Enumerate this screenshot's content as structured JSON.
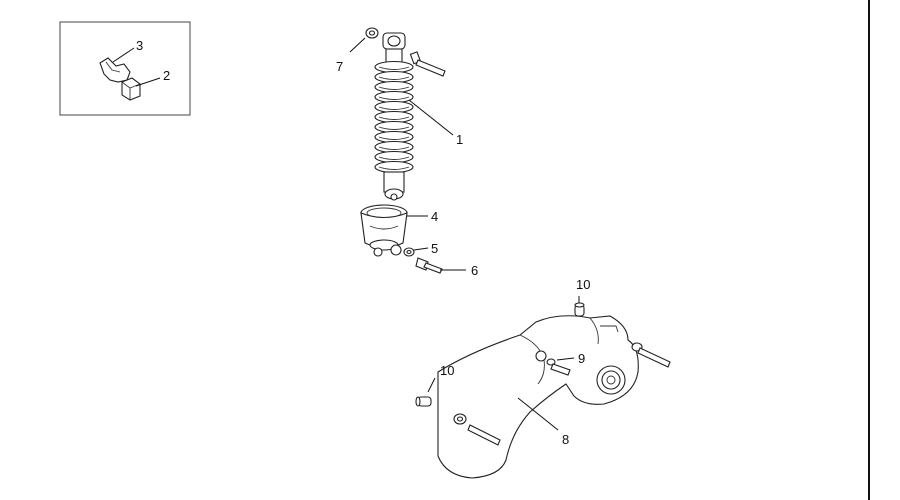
{
  "diagram": {
    "callouts": [
      {
        "id": "c1",
        "text": "1"
      },
      {
        "id": "c2",
        "text": "2"
      },
      {
        "id": "c3",
        "text": "3"
      },
      {
        "id": "c4",
        "text": "4"
      },
      {
        "id": "c5",
        "text": "5"
      },
      {
        "id": "c6",
        "text": "6"
      },
      {
        "id": "c7",
        "text": "7"
      },
      {
        "id": "c8",
        "text": "8"
      },
      {
        "id": "c9",
        "text": "9"
      },
      {
        "id": "c10a",
        "text": "10"
      },
      {
        "id": "c10b",
        "text": "10"
      }
    ],
    "colors": {
      "ink": "#111111",
      "background": "#ffffff"
    }
  }
}
